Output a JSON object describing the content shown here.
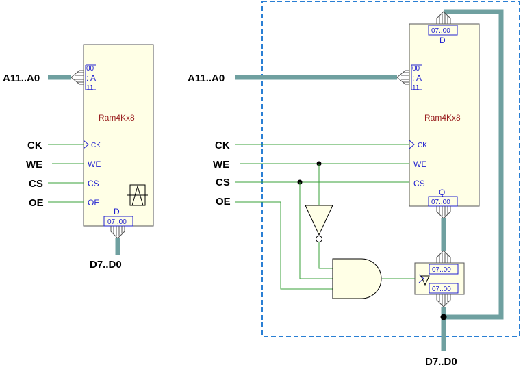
{
  "left": {
    "address_label": "A11..A0",
    "chip_name": "Ram4Kx8",
    "addr_hi": "00",
    "addr_sep": ": A",
    "addr_lo": "11",
    "pins": [
      "CK",
      "WE",
      "CS",
      "OE"
    ],
    "ports": [
      "CK",
      "WE",
      "CS",
      "OE"
    ],
    "data_port": "D",
    "data_range": "07..00",
    "data_label": "D7..D0"
  },
  "right": {
    "address_label": "A11..A0",
    "chip_name": "Ram4Kx8",
    "top_range": "07..00",
    "top_port": "D",
    "addr_hi": "00",
    "addr_sep": ": A",
    "addr_lo": "11",
    "pins": [
      "CK",
      "WE",
      "CS",
      "OE"
    ],
    "ports": [
      "CK",
      "WE",
      "CS"
    ],
    "q_port": "Q",
    "q_range": "07..00",
    "buffer_in_range": "07..00",
    "buffer_out_range": "07..00",
    "data_label": "D7..D0"
  },
  "colors": {
    "bus": "#6fa0a0",
    "wire": "#3aa03a",
    "chip_fill": "#ffffe6",
    "port_text": "#2020d0",
    "chip_name_text": "#9a2020",
    "dashed_border": "#2a7fd4"
  }
}
